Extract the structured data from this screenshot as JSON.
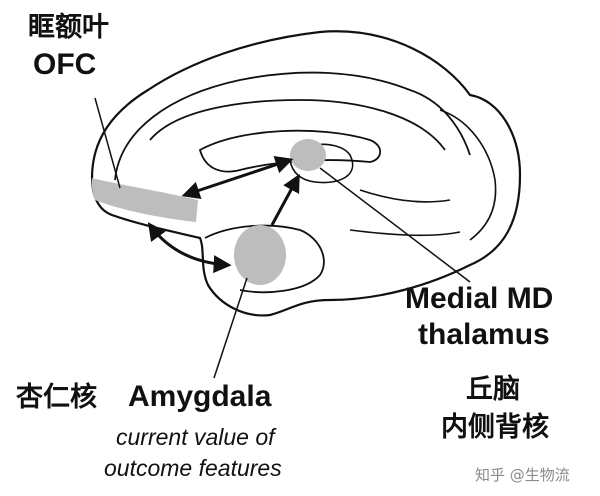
{
  "labels": {
    "ofc_cn": "眶额叶",
    "ofc_en": "OFC",
    "md_line1": "Medial MD",
    "md_line2": "thalamus",
    "md_cn_line1": "丘脑",
    "md_cn_line2": "内侧背核",
    "amygdala_cn": "杏仁核",
    "amygdala_en": "Amygdala",
    "amygdala_desc_line1": "current value of",
    "amygdala_desc_line2": "outcome features"
  },
  "watermark": "知乎 @生物流",
  "colors": {
    "region_fill": "#bdbdbd",
    "outline": "#111111"
  }
}
